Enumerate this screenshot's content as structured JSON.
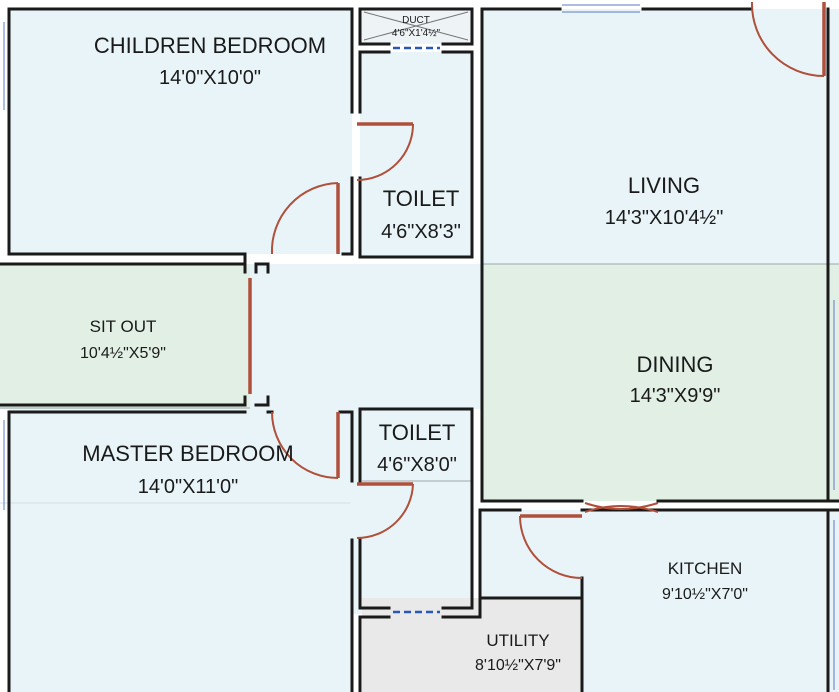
{
  "colors": {
    "room_fill": "#e8f4f8",
    "sitout_fill": "#e2efe4",
    "utility_fill": "#e9e9ea",
    "wall": "#1a1a1a",
    "door": "#b0503a",
    "window": "#2a56b8"
  },
  "rooms": {
    "children_bedroom": {
      "name": "CHILDREN BEDROOM",
      "size": "14'0\"X10'0\""
    },
    "duct": {
      "name": "DUCT",
      "size": "4'6\"X1'4½\""
    },
    "toilet_top": {
      "name": "TOILET",
      "size": "4'6\"X8'3\""
    },
    "living": {
      "name": "LIVING",
      "size": "14'3\"X10'4½\""
    },
    "sit_out": {
      "name": "SIT OUT",
      "size": "10'4½\"X5'9\""
    },
    "dining": {
      "name": "DINING",
      "size": "14'3\"X9'9\""
    },
    "master_bedroom": {
      "name": "MASTER BEDROOM",
      "size": "14'0\"X11'0\""
    },
    "toilet_bottom": {
      "name": "TOILET",
      "size": "4'6\"X8'0\""
    },
    "kitchen": {
      "name": "KITCHEN",
      "size": "9'10½\"X7'0\""
    },
    "utility": {
      "name": "UTILITY",
      "size": "8'10½\"X7'9\""
    }
  }
}
